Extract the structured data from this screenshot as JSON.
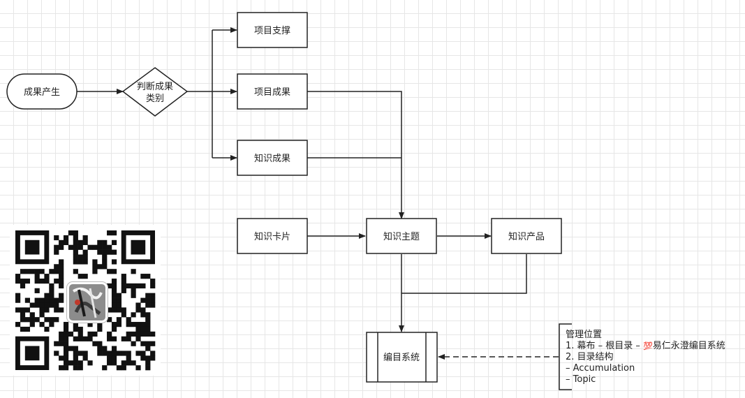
{
  "nodes": {
    "start": "成果产生",
    "decision_line1": "判断成果",
    "decision_line2": "类别",
    "project_support": "项目支撑",
    "project_result": "项目成果",
    "knowledge_result": "知识成果",
    "knowledge_card": "知识卡片",
    "knowledge_topic": "知识主题",
    "knowledge_product": "知识产品",
    "catalog_system": "编目系统"
  },
  "annotation": {
    "title": "管理位置",
    "line1_prefix": "1. 幕布 – 根目录 – ",
    "line1_emoji": "💯",
    "line1_suffix": "易仁永澄编目系统",
    "line2": "2. 目录结构",
    "line3": "– Accumulation",
    "line4": "– Topic"
  },
  "qr_code": {
    "icon": "wechat-qr-code-icon",
    "logo_icon": "calligraphy-logo-icon"
  },
  "colors": {
    "stroke": "#222222",
    "grid": "#e6e6e6",
    "background": "#ffffff"
  }
}
